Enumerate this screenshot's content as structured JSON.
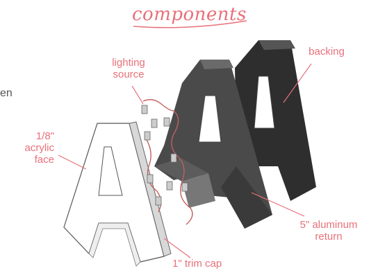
{
  "title": "components",
  "edge_text": "en",
  "labels": {
    "lighting_source_1": "lighting",
    "lighting_source_2": "source",
    "backing": "backing",
    "face_1": "1/8\"",
    "face_2": "acrylic",
    "face_3": "face",
    "return_1": "5\" aluminum",
    "return_2": "return",
    "trim": "1\" trim cap"
  },
  "colors": {
    "accent": "#e8707a",
    "letter_dark": "#2e2e2e",
    "letter_mid": "#4a4a4a",
    "face_white": "#ffffff"
  }
}
